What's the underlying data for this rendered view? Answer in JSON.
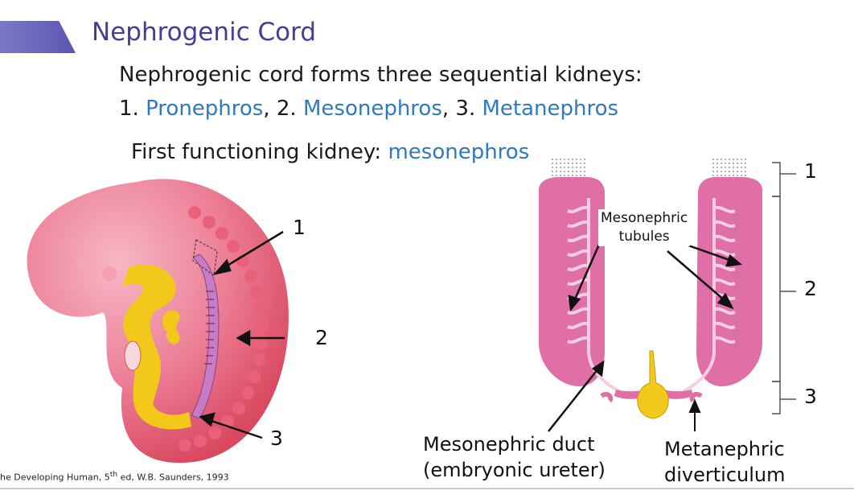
{
  "slide": {
    "title": "Nephrogenic Cord",
    "intro_line": "Nephrogenic cord forms three sequential kidneys:",
    "kidneys_line": {
      "n1": "1. ",
      "k1": "Pronephros",
      "sep1": ", 2. ",
      "k2": "Mesonephros",
      "sep2": ", 3. ",
      "k3": "Metanephros"
    },
    "first_line": {
      "prefix": "First functioning kidney: ",
      "kidney": "mesonephros"
    }
  },
  "embryo_figure": {
    "labels": [
      "1",
      "2",
      "3"
    ]
  },
  "mesonephros_figure": {
    "tubules_label_line1": "Mesonephric",
    "tubules_label_line2": "tubules",
    "duct_label": "Mesonephric duct",
    "duct_sub_label": "(embryonic ureter)",
    "diverticulum_label_line1": "Metanephric",
    "diverticulum_label_line2": "diverticulum",
    "region_labels": [
      "1",
      "2",
      "3"
    ]
  },
  "citation": {
    "prefix": "he Developing Human, 5",
    "superscript": "th",
    "suffix": " ed, W.B. Saunders, 1993"
  },
  "colors": {
    "title": "#473b96",
    "highlight": "#2f79c1",
    "embryo_pink": "#e3637d",
    "kidney_pink": "#df6fa6",
    "yellow": "#f2c81a"
  }
}
